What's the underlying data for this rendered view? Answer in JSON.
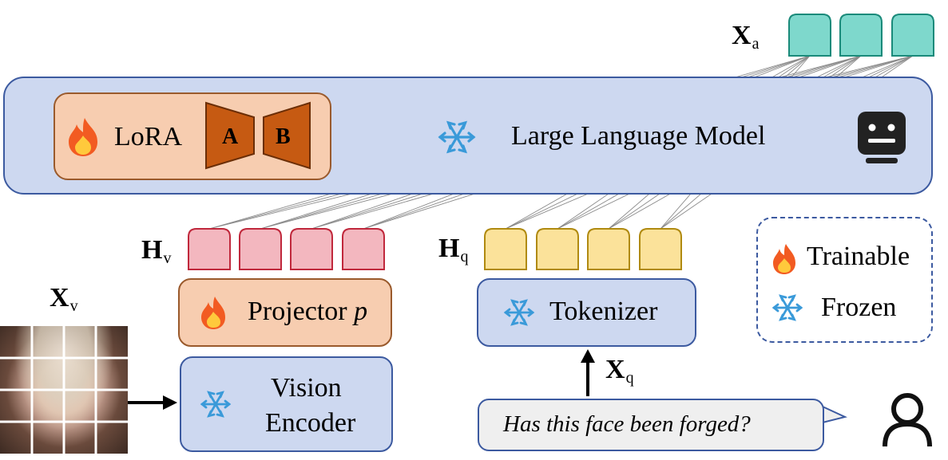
{
  "llm": {
    "label": "Large Language Model"
  },
  "lora": {
    "label": "LoRA",
    "a": "A",
    "b": "B"
  },
  "projector": {
    "label": "Projector",
    "var": "p"
  },
  "vision_encoder": {
    "line1": "Vision",
    "line2": "Encoder"
  },
  "tokenizer": {
    "label": "Tokenizer"
  },
  "legend": {
    "trainable": "Trainable",
    "frozen": "Frozen"
  },
  "query": {
    "text": "Has this face been forged?"
  },
  "symbols": {
    "xa": {
      "main": "X",
      "sub": "a"
    },
    "hv": {
      "main": "H",
      "sub": "v"
    },
    "hq": {
      "main": "H",
      "sub": "q"
    },
    "xv": {
      "main": "X",
      "sub": "v"
    },
    "xq": {
      "main": "X",
      "sub": "q"
    }
  },
  "colors": {
    "llm_fill": "#cdd8f0",
    "border_blue": "#3c5aa0",
    "lora_fill": "#f7cdb0",
    "lora_ab": "#c65a12",
    "token_a": "#7ed8cc",
    "token_v": "#f3b7bf",
    "token_q": "#fbe29a"
  },
  "icons": [
    "fire-icon",
    "snowflake-icon",
    "robot-icon",
    "user-icon"
  ]
}
